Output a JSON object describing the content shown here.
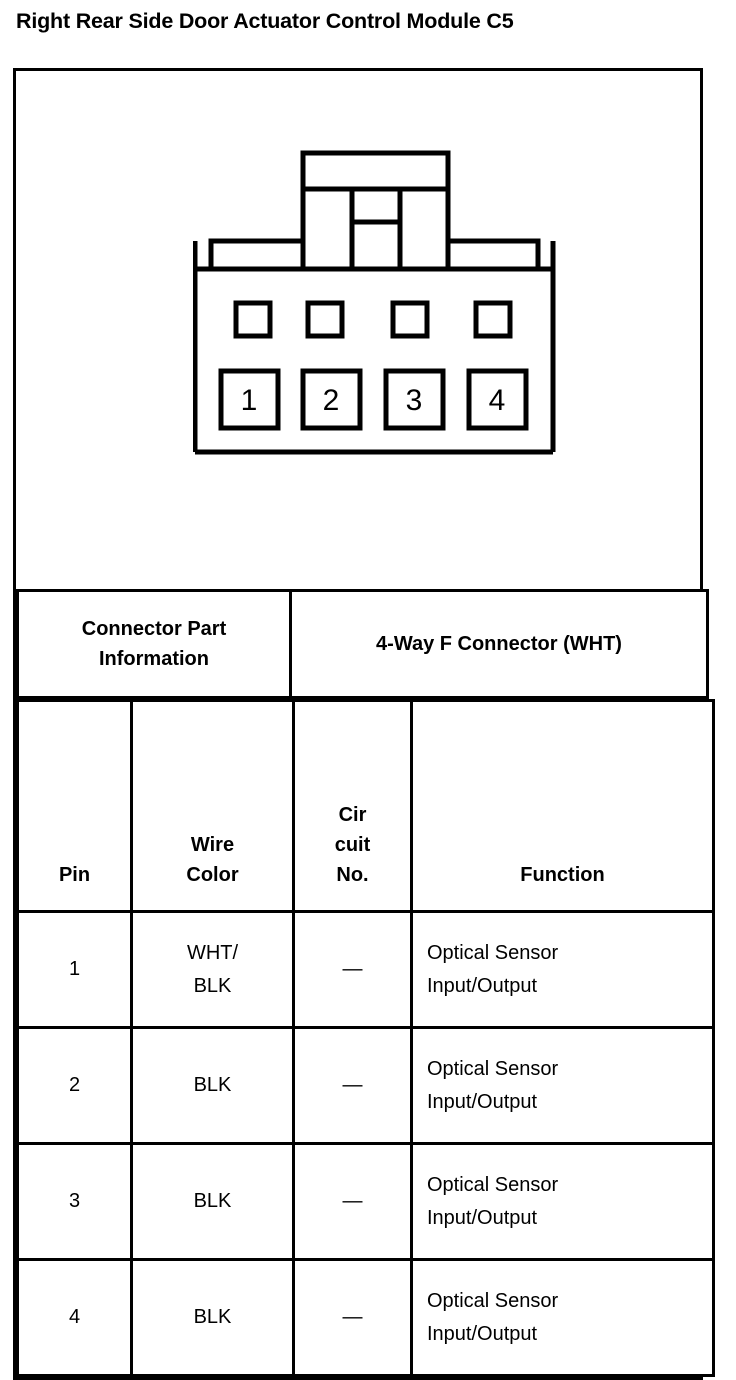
{
  "document": {
    "title": "Right Rear Side Door Actuator Control Module C5"
  },
  "connector_diagram": {
    "name": "4-way-female-connector-face-view",
    "cavity_count": 4,
    "pin_labels": [
      "1",
      "2",
      "3",
      "4"
    ]
  },
  "info_table": {
    "part_information_label": "Connector Part Information",
    "connector_description": "4-Way F Connector (WHT)"
  },
  "pin_table": {
    "headers": {
      "pin": "Pin",
      "wire_color_line1": "Wire",
      "wire_color_line2": "Color",
      "circuit_no_line1": "Cir",
      "circuit_no_line2": "cuit",
      "circuit_no_line3": "No.",
      "function": "Function"
    },
    "rows": [
      {
        "pin": "1",
        "wire_color_line1": "WHT/",
        "wire_color_line2": "BLK",
        "circuit_no": "—",
        "function_line1": "Optical Sensor",
        "function_line2": "Input/Output"
      },
      {
        "pin": "2",
        "wire_color_line1": "BLK",
        "wire_color_line2": "",
        "circuit_no": "—",
        "function_line1": "Optical Sensor",
        "function_line2": "Input/Output"
      },
      {
        "pin": "3",
        "wire_color_line1": "BLK",
        "wire_color_line2": "",
        "circuit_no": "—",
        "function_line1": "Optical Sensor",
        "function_line2": "Input/Output"
      },
      {
        "pin": "4",
        "wire_color_line1": "BLK",
        "wire_color_line2": "",
        "circuit_no": "—",
        "function_line1": "Optical Sensor",
        "function_line2": "Input/Output"
      }
    ]
  },
  "colors": {
    "ink": "#000000",
    "paper": "#ffffff"
  }
}
